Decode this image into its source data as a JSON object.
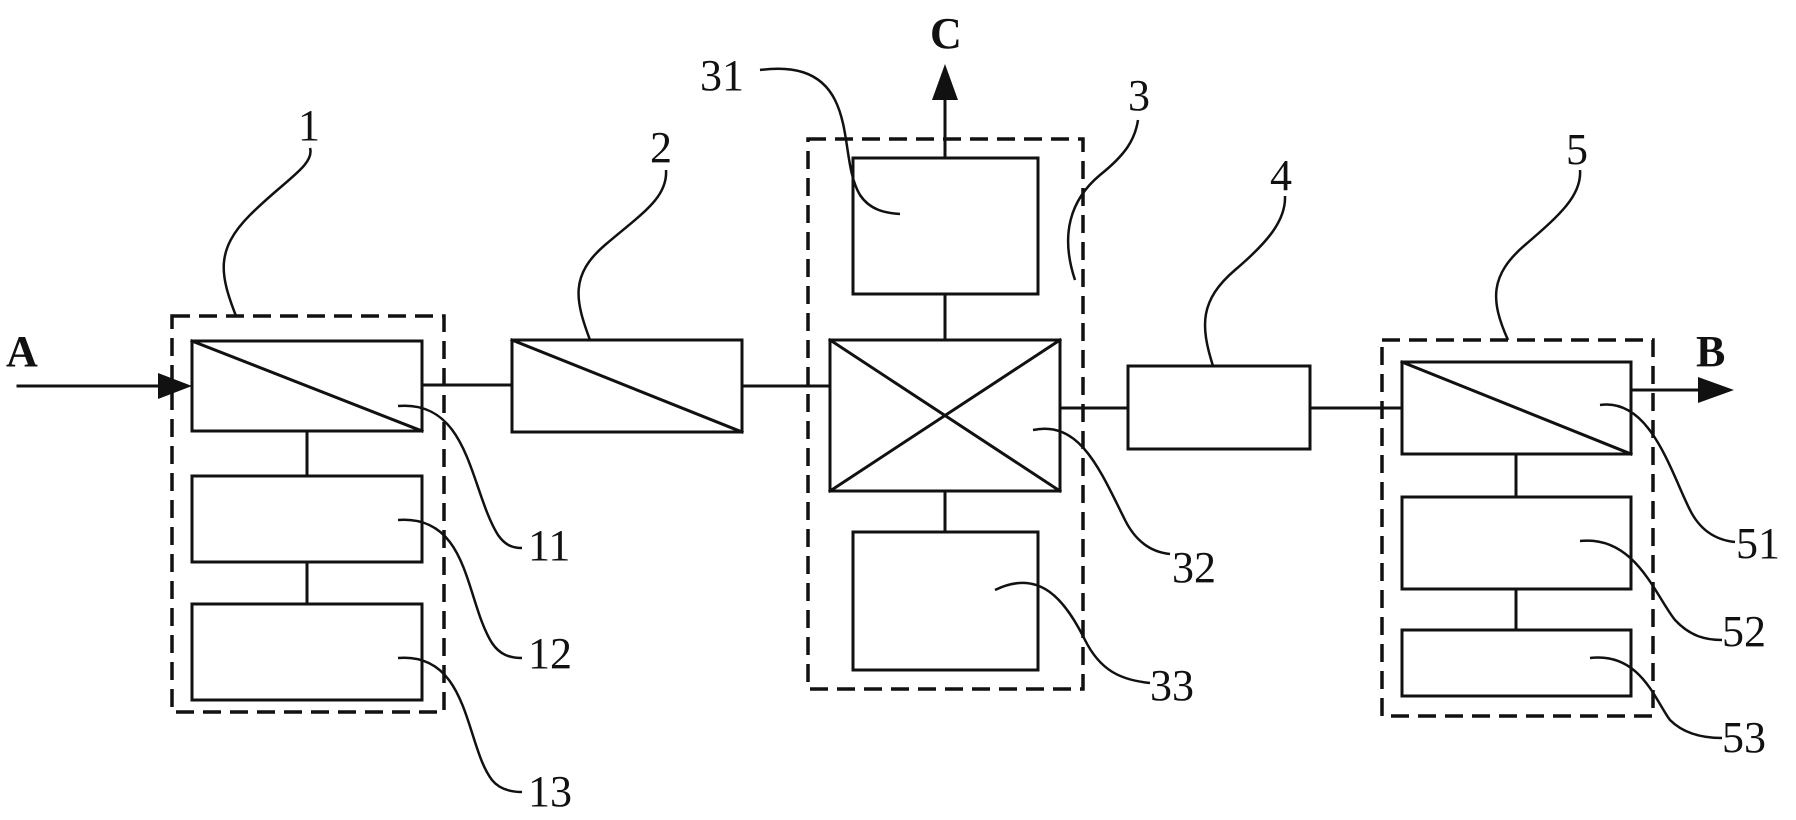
{
  "labels": {
    "input": "A",
    "output": "B",
    "top_output": "C",
    "unit_1": "1",
    "unit_2": "2",
    "unit_3": "3",
    "unit_4": "4",
    "unit_5": "5",
    "part_11": "11",
    "part_12": "12",
    "part_13": "13",
    "part_31": "31",
    "part_32": "32",
    "part_33": "33",
    "part_51": "51",
    "part_52": "52",
    "part_53": "53"
  }
}
